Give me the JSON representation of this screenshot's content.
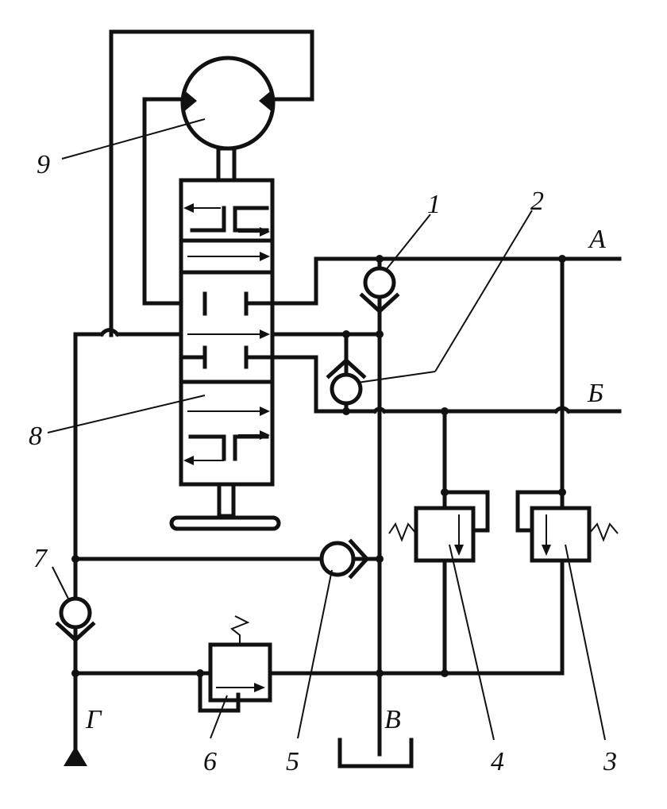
{
  "diagram": {
    "labels": {
      "n1": "1",
      "n2": "2",
      "n3": "3",
      "n4": "4",
      "n5": "5",
      "n6": "6",
      "n7": "7",
      "n8": "8",
      "n9": "9",
      "line_a": "А",
      "line_b": "Б",
      "line_v": "В",
      "line_g": "Г"
    },
    "components": [
      {
        "id": "1",
        "kind": "check-valve"
      },
      {
        "id": "2",
        "kind": "check-valve"
      },
      {
        "id": "3",
        "kind": "relief-valve"
      },
      {
        "id": "4",
        "kind": "relief-valve"
      },
      {
        "id": "5",
        "kind": "check-valve"
      },
      {
        "id": "6",
        "kind": "pressure-valve"
      },
      {
        "id": "7",
        "kind": "check-valve"
      },
      {
        "id": "8",
        "kind": "directional-control-valve"
      },
      {
        "id": "9",
        "kind": "hydraulic-motor"
      }
    ]
  }
}
